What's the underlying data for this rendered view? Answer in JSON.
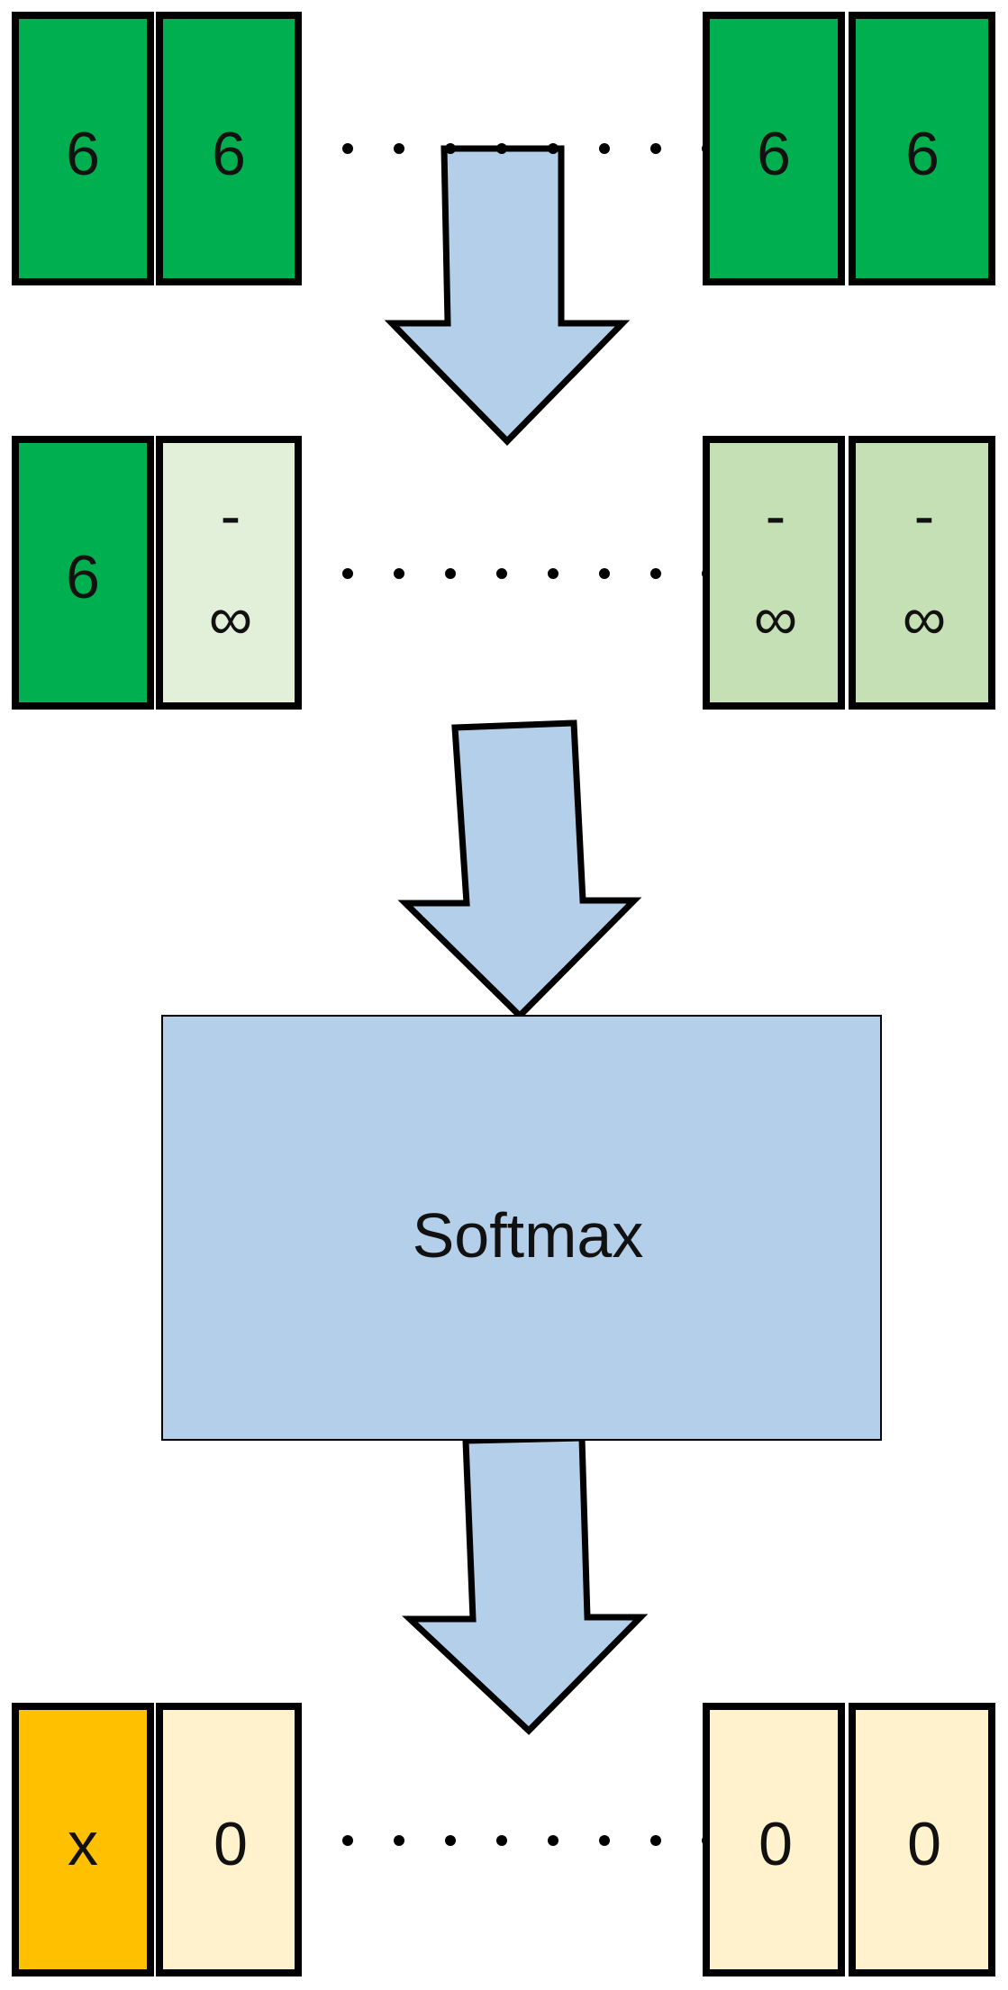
{
  "colors": {
    "green_dark": "#00b050",
    "green_pale": "#e2f0d9",
    "green_light": "#c5e0b4",
    "gold": "#ffc000",
    "cream": "#fff2cc",
    "arrow_blue": "#b4cfea",
    "outline": "#000000"
  },
  "rows": [
    {
      "id": "row-1",
      "cells": [
        {
          "label": "6",
          "color": "#00b050"
        },
        {
          "label": "6",
          "color": "#00b050"
        },
        {
          "label": "6",
          "color": "#00b050"
        },
        {
          "label": "6",
          "color": "#00b050"
        }
      ]
    },
    {
      "id": "row-2",
      "cells": [
        {
          "label": "6",
          "color": "#00b050"
        },
        {
          "sign": "-",
          "symbol": "∞",
          "color": "#e2f0d9"
        },
        {
          "sign": "-",
          "symbol": "∞",
          "color": "#c5e0b4"
        },
        {
          "sign": "-",
          "symbol": "∞",
          "color": "#c5e0b4"
        }
      ]
    },
    {
      "id": "row-3",
      "cells": [
        {
          "label": "x",
          "color": "#ffc000"
        },
        {
          "label": "0",
          "color": "#fff2cc"
        },
        {
          "label": "0",
          "color": "#fff2cc"
        },
        {
          "label": "0",
          "color": "#fff2cc"
        }
      ]
    }
  ],
  "softmax": {
    "label": "Softmax"
  }
}
